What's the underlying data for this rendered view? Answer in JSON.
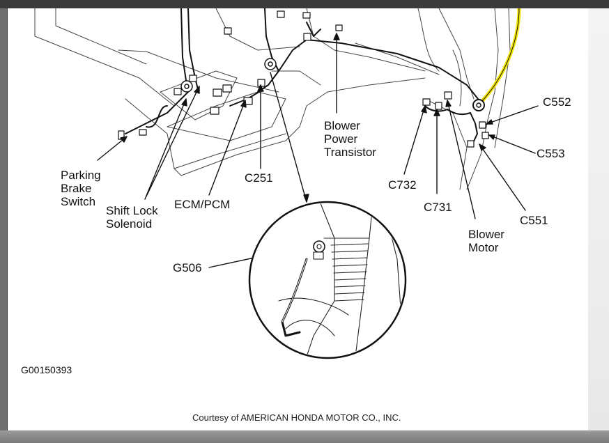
{
  "diagram": {
    "labels": {
      "parking_brake_switch": "Parking\nBrake\nSwitch",
      "shift_lock_solenoid": "Shift Lock\nSolenoid",
      "ecm_pcm": "ECM/PCM",
      "c251": "C251",
      "blower_power_transistor": "Blower\nPower\nTransistor",
      "c732": "C732",
      "c731": "C731",
      "blower_motor": "Blower\nMotor",
      "c551": "C551",
      "c552": "C552",
      "c553": "C553",
      "g506": "G506"
    },
    "figure_code": "G00150393",
    "credit": "Courtesy of AMERICAN HONDA MOTOR CO., INC.",
    "colors": {
      "highlight_wire": "#f2e400",
      "line": "#111111",
      "page_bg": "#ffffff"
    }
  }
}
